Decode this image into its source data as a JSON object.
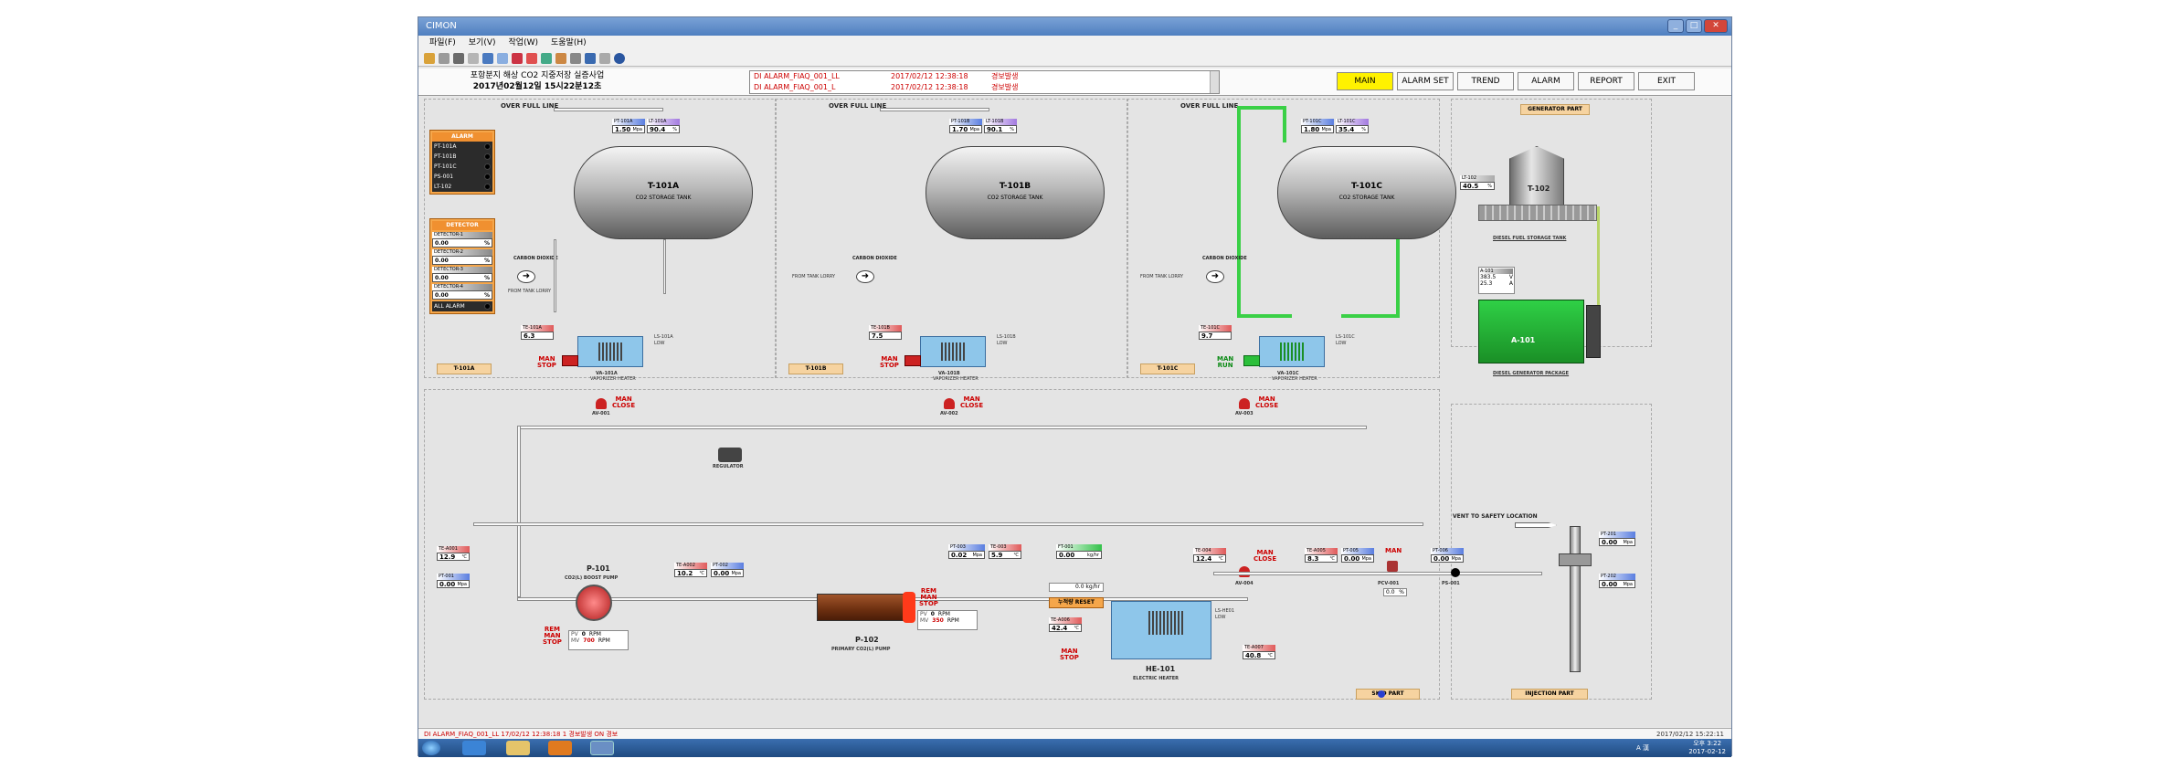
{
  "window": {
    "title": "CIMON"
  },
  "menu": [
    "파일(F)",
    "보기(V)",
    "작업(W)",
    "도움말(H)"
  ],
  "header": {
    "line1": "포항분지 해상 CO2 지중저장 실증사업",
    "line2": "2017년02월12일    15시22분12초",
    "alarm_log": [
      {
        "tag": "DI ALARM_FIAQ_001_LL",
        "time": "2017/02/12 12:38:18",
        "state": "경보발생"
      },
      {
        "tag": "DI ALARM_FIAQ_001_L",
        "time": "2017/02/12 12:38:18",
        "state": "경보발생"
      }
    ],
    "nav": [
      "MAIN",
      "ALARM SET",
      "TREND",
      "ALARM",
      "REPORT",
      "EXIT"
    ]
  },
  "alarm_panel": {
    "title": "ALARM",
    "items": [
      "PT-101A",
      "PT-101B",
      "PT-101C",
      "PS-001",
      "LT-102"
    ],
    "detector_title": "DETECTOR",
    "detectors": [
      {
        "label": "DETECTOR-1",
        "value": "0.00",
        "unit": "%"
      },
      {
        "label": "DETECTOR-2",
        "value": "0.00",
        "unit": "%"
      },
      {
        "label": "DETECTOR-3",
        "value": "0.00",
        "unit": "%"
      },
      {
        "label": "DETECTOR-4",
        "value": "0.00",
        "unit": "%"
      }
    ],
    "all_alarm": "ALL ALARM"
  },
  "tanks": [
    {
      "name": "T-101A",
      "desc": "CO2 STORAGE TANK",
      "pt_label": "PT-101A",
      "pt": "1.50",
      "pt_unit": "Mpa",
      "lt_label": "LT-101A",
      "lt": "90.4",
      "lt_unit": "%",
      "te_label": "TE-101A",
      "te": "6.3",
      "ls": "LS-101A",
      "ls_state": "LOW",
      "heater": "VA-101A",
      "heater_desc": "VAPORIZER HEATER",
      "status1": "MAN",
      "status2": "STOP",
      "part": "T-101A",
      "valve": "AV-001",
      "vstatus1": "MAN",
      "vstatus2": "CLOSE"
    },
    {
      "name": "T-101B",
      "desc": "CO2 STORAGE TANK",
      "pt_label": "PT-101B",
      "pt": "1.70",
      "pt_unit": "Mpa",
      "lt_label": "LT-101B",
      "lt": "90.1",
      "lt_unit": "%",
      "te_label": "TE-101B",
      "te": "7.5",
      "ls": "LS-101B",
      "ls_state": "LOW",
      "heater": "VA-101B",
      "heater_desc": "VAPORIZER HEATER",
      "status1": "MAN",
      "status2": "STOP",
      "part": "T-101B",
      "valve": "AV-002",
      "vstatus1": "MAN",
      "vstatus2": "CLOSE"
    },
    {
      "name": "T-101C",
      "desc": "CO2 STORAGE TANK",
      "pt_label": "PT-101C",
      "pt": "1.80",
      "pt_unit": "Mpa",
      "lt_label": "LT-101C",
      "lt": "35.4",
      "lt_unit": "%",
      "te_label": "TE-101C",
      "te": "9.7",
      "ls": "LS-101C",
      "ls_state": "LOW",
      "heater": "VA-101C",
      "heater_desc": "VAPORIZER HEATER",
      "status1": "MAN",
      "status2": "RUN",
      "part": "T-101C",
      "valve": "AV-003",
      "vstatus1": "MAN",
      "vstatus2": "CLOSE"
    }
  ],
  "common": {
    "over_full_line": "OVER FULL LINE",
    "carbon_dioxide": "CARBON DIOXIDE",
    "from_tank_lorry": "FROM TANK LORRY",
    "regulator": "REGULATOR",
    "vent": "VENT TO SAFETY LOCATION"
  },
  "generator": {
    "title": "GENERATOR PART",
    "lt_label": "LT-102",
    "lt": "40.5",
    "lt_unit": "%",
    "tank": "T-102",
    "tank_desc": "DIESEL FUEL STORAGE TANK",
    "a_label": "A-101",
    "a1": "383.5",
    "a1_unit": "V",
    "a2": "25.3",
    "a2_unit": "A",
    "gen": "A-101",
    "gen_desc": "DIESEL GENERATOR PACKAGE"
  },
  "skid": {
    "te_left": {
      "label": "TE-A001",
      "value": "12.9",
      "unit": "℃"
    },
    "pt_left": {
      "label": "PT-001",
      "value": "0.00",
      "unit": "Mpa"
    },
    "p101": {
      "name": "P-101",
      "desc": "CO2(L) BOOST PUMP",
      "status1": "REM",
      "status2": "MAN",
      "status3": "STOP",
      "pv": "0",
      "pv_unit": "RPM",
      "mv": "700",
      "mv_unit": "RPM"
    },
    "te_a": {
      "label": "TE-A002",
      "value": "10.2",
      "unit": "℃"
    },
    "pt_a": {
      "label": "PT-002",
      "value": "0.00",
      "unit": "Mpa"
    },
    "p102": {
      "name": "P-102",
      "desc": "PRIMARY CO2(L) PUMP",
      "status1": "REM",
      "status2": "MAN",
      "status3": "STOP",
      "pv": "0",
      "pv_unit": "RPM",
      "mv": "350",
      "mv_unit": "RPM"
    },
    "pt_003": {
      "label": "PT-003",
      "value": "0.02",
      "unit": "Mpa"
    },
    "te_003": {
      "label": "TE-003",
      "value": "5.9",
      "unit": "℃"
    },
    "ft_001": {
      "label": "FT-001",
      "value": "0.00",
      "unit": "kg/hr"
    },
    "flow_set": "0.0 kg/hr",
    "reset_btn": "누적량 RESET",
    "te_004": {
      "label": "TE-004",
      "value": "12.4",
      "unit": "℃"
    },
    "av_004": "AV-004",
    "av_status1": "MAN",
    "av_status2": "CLOSE",
    "te_005": {
      "label": "TE-A005",
      "value": "8.3",
      "unit": "℃"
    },
    "pt_005": {
      "label": "PT-005",
      "value": "0.00",
      "unit": "Mpa"
    },
    "pt_006": {
      "label": "PT-006",
      "value": "0.00",
      "unit": "Mpa"
    },
    "pcv": "PCV-001",
    "pcv_value": "0.0",
    "pcv_unit": "%",
    "pcv_status": "MAN",
    "ps": "PS-001",
    "te_heater_in": {
      "label": "TE-A006",
      "value": "42.4",
      "unit": "℃"
    },
    "te_heater_out": {
      "label": "TE-A007",
      "value": "40.8",
      "unit": "℃"
    },
    "he": "HE-101",
    "he_desc": "ELECTRIC HEATER",
    "he_ls": "LS-HE01",
    "he_ls_state": "LOW",
    "he_status1": "MAN",
    "he_status2": "STOP",
    "part": "SKID PART"
  },
  "injection": {
    "pt_a": {
      "label": "PT-201",
      "value": "0.00",
      "unit": "Mpa"
    },
    "pt_b": {
      "label": "PT-202",
      "value": "0.00",
      "unit": "Mpa"
    },
    "part": "INJECTION PART"
  },
  "statusbar": {
    "left": "DI ALARM_FIAQ_001_LL    17/02/12 12:38:18    1    경보발생    ON 경보",
    "right": "2017/02/12 15:22:11"
  },
  "taskbar": {
    "ime": "A 漢",
    "time": "오후 3:22",
    "date": "2017-02-12"
  }
}
